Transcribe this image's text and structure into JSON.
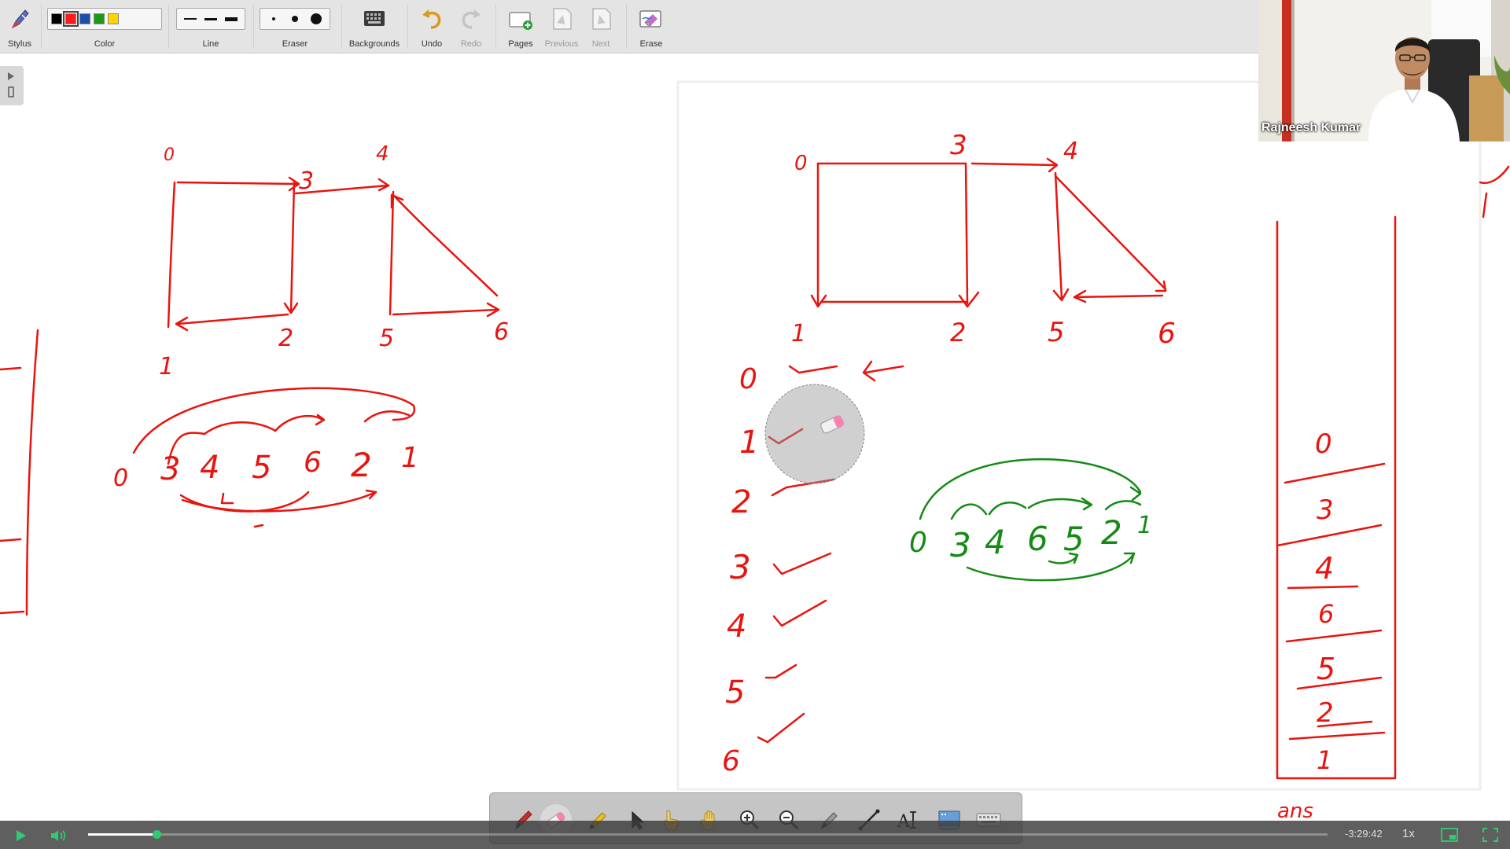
{
  "toolbar": {
    "stylus": "Stylus",
    "color": "Color",
    "line": "Line",
    "eraser": "Eraser",
    "backgrounds": "Backgrounds",
    "undo": "Undo",
    "redo": "Redo",
    "pages": "Pages",
    "previous": "Previous",
    "next": "Next",
    "erase": "Erase",
    "colors": [
      "#000000",
      "#ff1a1a",
      "#1a4fb0",
      "#1a9a1a",
      "#ffd400"
    ],
    "selected_color": "#ff1a1a"
  },
  "webcam": {
    "name": "Rajneesh Kumar"
  },
  "board": {
    "ink_red": "#e8140f",
    "ink_green": "#158a15",
    "left_graph_labels": [
      "0",
      "3",
      "4",
      "2",
      "5",
      "6",
      "1"
    ],
    "left_order": [
      "0",
      "3",
      "4",
      "5",
      "6",
      "2",
      "1"
    ],
    "right_graph_labels": [
      "0",
      "3",
      "4",
      "1",
      "2",
      "5",
      "6"
    ],
    "visit_list": [
      "0",
      "1",
      "2",
      "3",
      "4",
      "5",
      "6"
    ],
    "green_order": [
      "0",
      "3",
      "4",
      "6",
      "5",
      "2",
      "1"
    ],
    "stack": [
      "0",
      "3",
      "4",
      "6",
      "5",
      "2",
      "1"
    ],
    "ans_label": "ans"
  },
  "player": {
    "time": "-3:29:42",
    "speed": "1x",
    "progress": 0.055
  }
}
